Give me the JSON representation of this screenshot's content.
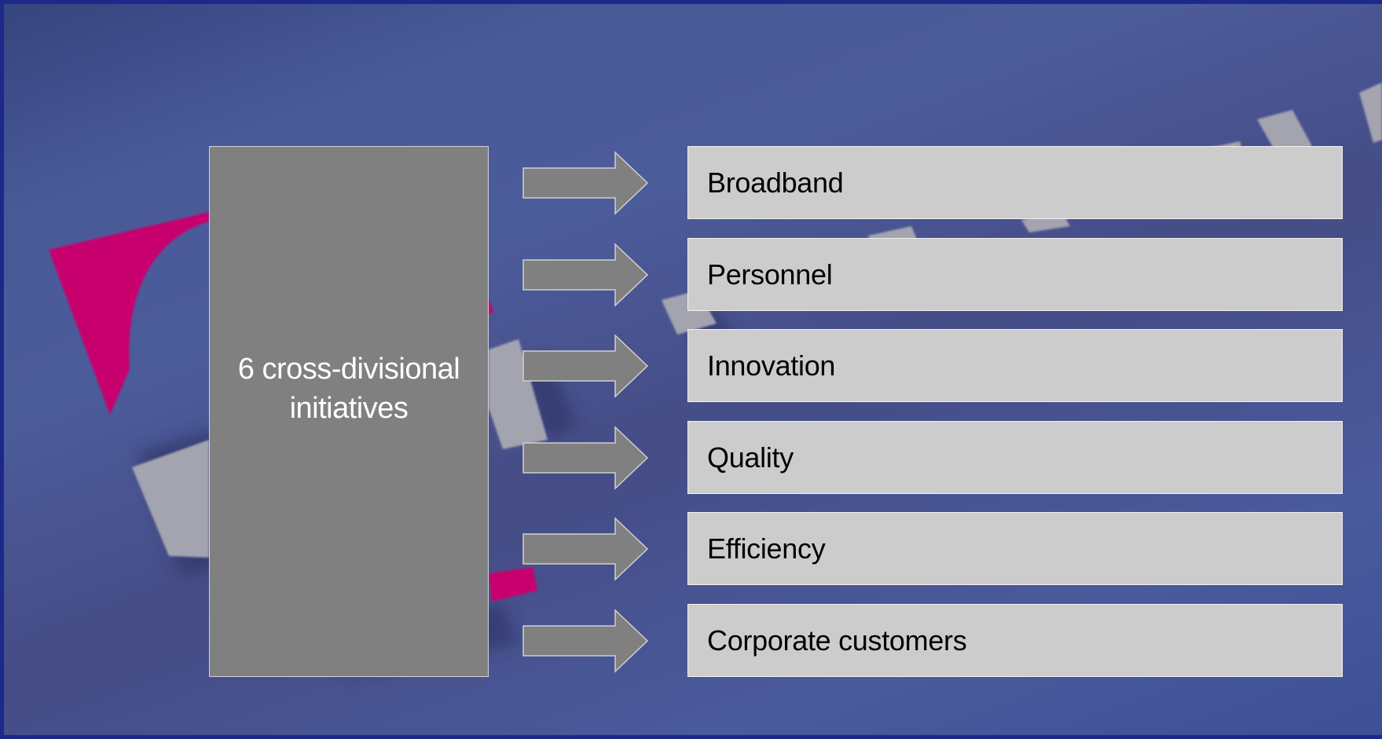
{
  "diagram": {
    "source": {
      "label": "6 cross-divisional initiatives"
    },
    "initiatives": [
      {
        "label": "Broadband"
      },
      {
        "label": "Personnel"
      },
      {
        "label": "Innovation"
      },
      {
        "label": "Quality"
      },
      {
        "label": "Efficiency"
      },
      {
        "label": "Corporate customers"
      }
    ]
  },
  "colors": {
    "background": "#4a5a99",
    "frame_border": "#1b2a8a",
    "brand_magenta": "#c8006e",
    "source_fill": "#808080",
    "item_fill": "#cccccc",
    "arrow_fill": "#808080"
  }
}
